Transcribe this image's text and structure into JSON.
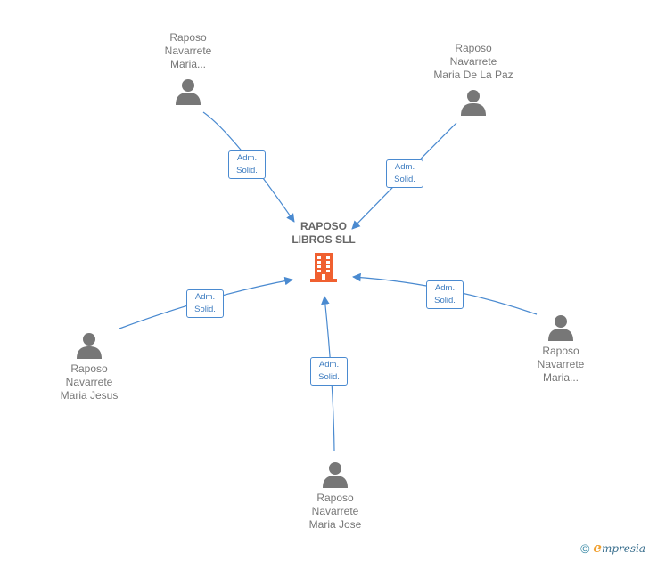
{
  "company": {
    "name_lines": [
      "RAPOSO",
      "LIBROS SLL"
    ],
    "icon": "building-icon",
    "color": "#f06030"
  },
  "people": [
    {
      "name_lines": [
        "Raposo",
        "Navarrete",
        "Maria..."
      ],
      "icon": "person-icon",
      "relation_lines": [
        "Adm.",
        "Solid."
      ]
    },
    {
      "name_lines": [
        "Raposo",
        "Navarrete",
        "Maria De La Paz"
      ],
      "icon": "person-icon",
      "relation_lines": [
        "Adm.",
        "Solid."
      ]
    },
    {
      "name_lines": [
        "Raposo",
        "Navarrete",
        "Maria Jesus"
      ],
      "icon": "person-icon",
      "relation_lines": [
        "Adm.",
        "Solid."
      ]
    },
    {
      "name_lines": [
        "Raposo",
        "Navarrete",
        "Maria..."
      ],
      "icon": "person-icon",
      "relation_lines": [
        "Adm.",
        "Solid."
      ]
    },
    {
      "name_lines": [
        "Raposo",
        "Navarrete",
        "Maria Jose"
      ],
      "icon": "person-icon",
      "relation_lines": [
        "Adm.",
        "Solid."
      ]
    }
  ],
  "colors": {
    "edge": "#4a8ad0",
    "person_icon": "#777777"
  },
  "footer": {
    "copyright_symbol": "©",
    "brand_initial": "e",
    "brand_rest": "mpresia"
  }
}
